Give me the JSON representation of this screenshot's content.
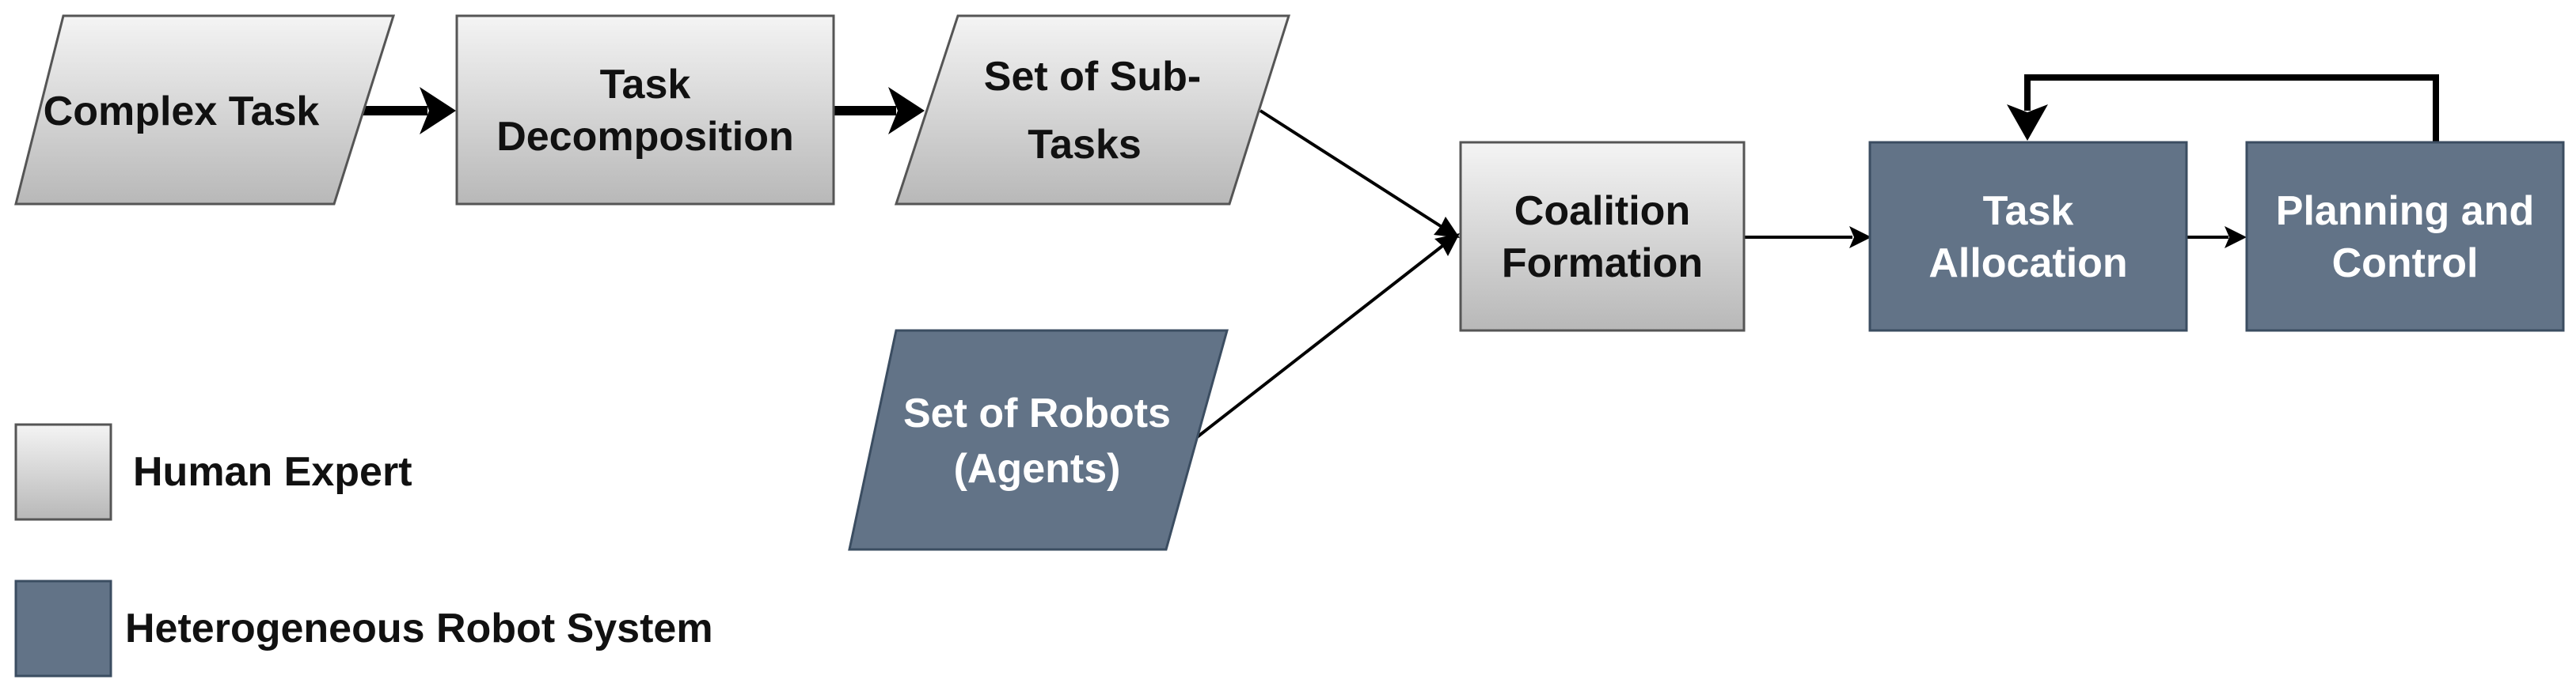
{
  "colors": {
    "human_expert_top": "#f4f4f4",
    "human_expert_bottom": "#b8b8b8",
    "robot_system_fill": "#627387",
    "edge": "#000000"
  },
  "nodes": {
    "complex_task": "Complex Task",
    "task_decomposition": [
      "Task",
      "Decomposition"
    ],
    "sub_tasks": [
      "Set of Sub-",
      "Tasks"
    ],
    "robots": [
      "Set of Robots",
      "(Agents)"
    ],
    "coalition_formation": [
      "Coalition",
      "Formation"
    ],
    "task_allocation": [
      "Task",
      "Allocation"
    ],
    "planning_control": [
      "Planning and",
      "Control"
    ]
  },
  "legend": {
    "human_expert": "Human Expert",
    "robot_system": "Heterogeneous Robot System"
  }
}
